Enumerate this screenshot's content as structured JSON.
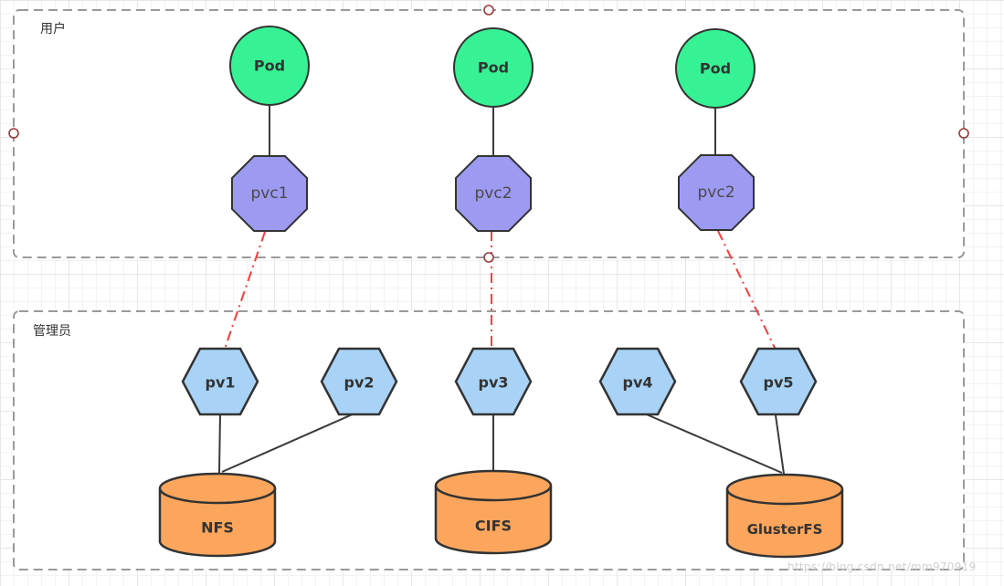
{
  "groups": {
    "user": {
      "label": "用户"
    },
    "admin": {
      "label": "管理员"
    }
  },
  "nodes": {
    "pods": [
      {
        "label": "Pod"
      },
      {
        "label": "Pod"
      },
      {
        "label": "Pod"
      }
    ],
    "pvcs": [
      {
        "label": "pvc1"
      },
      {
        "label": "pvc2"
      },
      {
        "label": "pvc2"
      }
    ],
    "pvs": [
      {
        "label": "pv1"
      },
      {
        "label": "pv2"
      },
      {
        "label": "pv3"
      },
      {
        "label": "pv4"
      },
      {
        "label": "pv5"
      }
    ],
    "storage": [
      {
        "label": "NFS"
      },
      {
        "label": "CIFS"
      },
      {
        "label": "GlusterFS"
      }
    ]
  },
  "edges": [
    {
      "from": "Pod-1",
      "to": "pvc1",
      "style": "solid"
    },
    {
      "from": "Pod-2",
      "to": "pvc2",
      "style": "solid"
    },
    {
      "from": "Pod-3",
      "to": "pvc2",
      "style": "solid"
    },
    {
      "from": "pvc1",
      "to": "pv1",
      "style": "red-dashdot"
    },
    {
      "from": "pvc2",
      "to": "pv3",
      "style": "red-dashdot"
    },
    {
      "from": "pvc2",
      "to": "pv5",
      "style": "red-dashdot"
    },
    {
      "from": "pv1",
      "to": "NFS",
      "style": "solid"
    },
    {
      "from": "pv2",
      "to": "NFS",
      "style": "solid"
    },
    {
      "from": "pv3",
      "to": "CIFS",
      "style": "solid"
    },
    {
      "from": "pv4",
      "to": "GlusterFS",
      "style": "solid"
    },
    {
      "from": "pv5",
      "to": "GlusterFS",
      "style": "solid"
    }
  ],
  "colors": {
    "pod_fill": "#36f294",
    "pvc_fill": "#9d9af2",
    "pv_fill": "#a8d3f6",
    "storage_fill": "#fba65c",
    "node_stroke": "#333333",
    "edge_color": "#3b3b3b",
    "claim_edge_color": "#fb3b3b",
    "group_border": "#9a9a9a",
    "handle_stroke": "#9b3a3a"
  },
  "watermark": {
    "text": "https://blog.csdn.net/mm970919"
  }
}
